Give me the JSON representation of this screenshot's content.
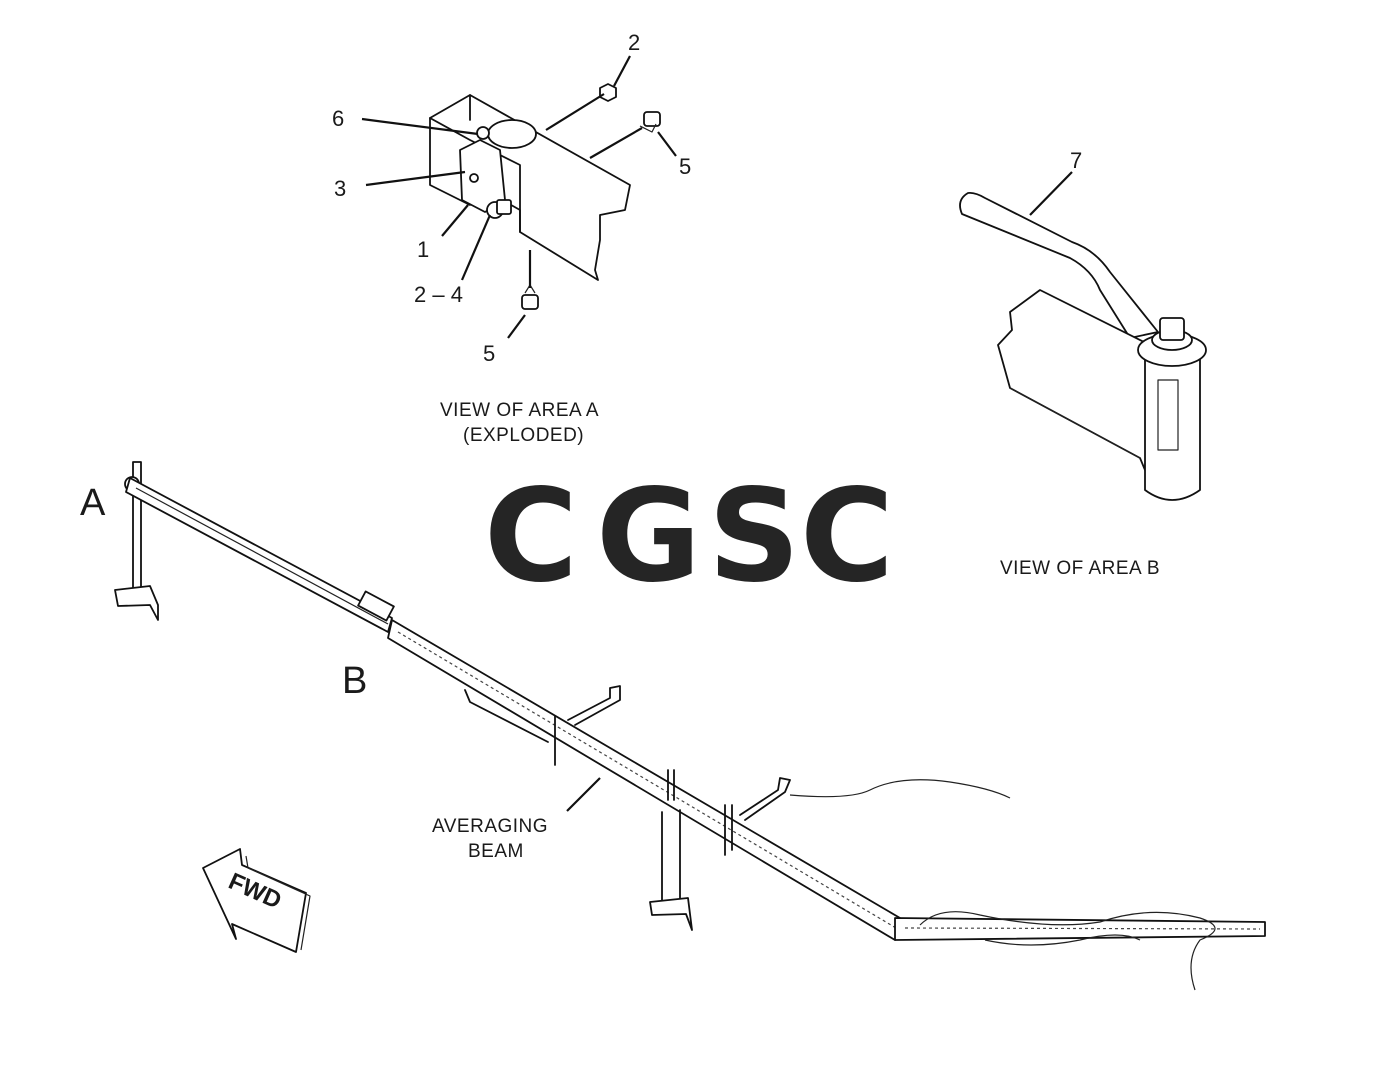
{
  "view_a": {
    "caption_line1": "VIEW OF AREA  A",
    "caption_line2": "(EXPLODED)",
    "callouts": {
      "c2_top": "2",
      "c6": "6",
      "c5_right": "5",
      "c3": "3",
      "c1": "1",
      "c2_4": "2 – 4",
      "c5_bottom": "5"
    }
  },
  "view_b": {
    "caption": "VIEW OF AREA  B",
    "callouts": {
      "c7": "7"
    }
  },
  "main": {
    "area_a": "A",
    "area_b": "B",
    "beam_label_line1": "AVERAGING",
    "beam_label_line2": "BEAM",
    "fwd": "FWD"
  },
  "watermark": {
    "letters": [
      {
        "char": "C",
        "color": "#8db8f7"
      },
      {
        "char": "G",
        "color": "#f5a093"
      },
      {
        "char": "S",
        "color": "#fce07b"
      },
      {
        "char": "C",
        "color": "#86c6a6"
      }
    ]
  }
}
